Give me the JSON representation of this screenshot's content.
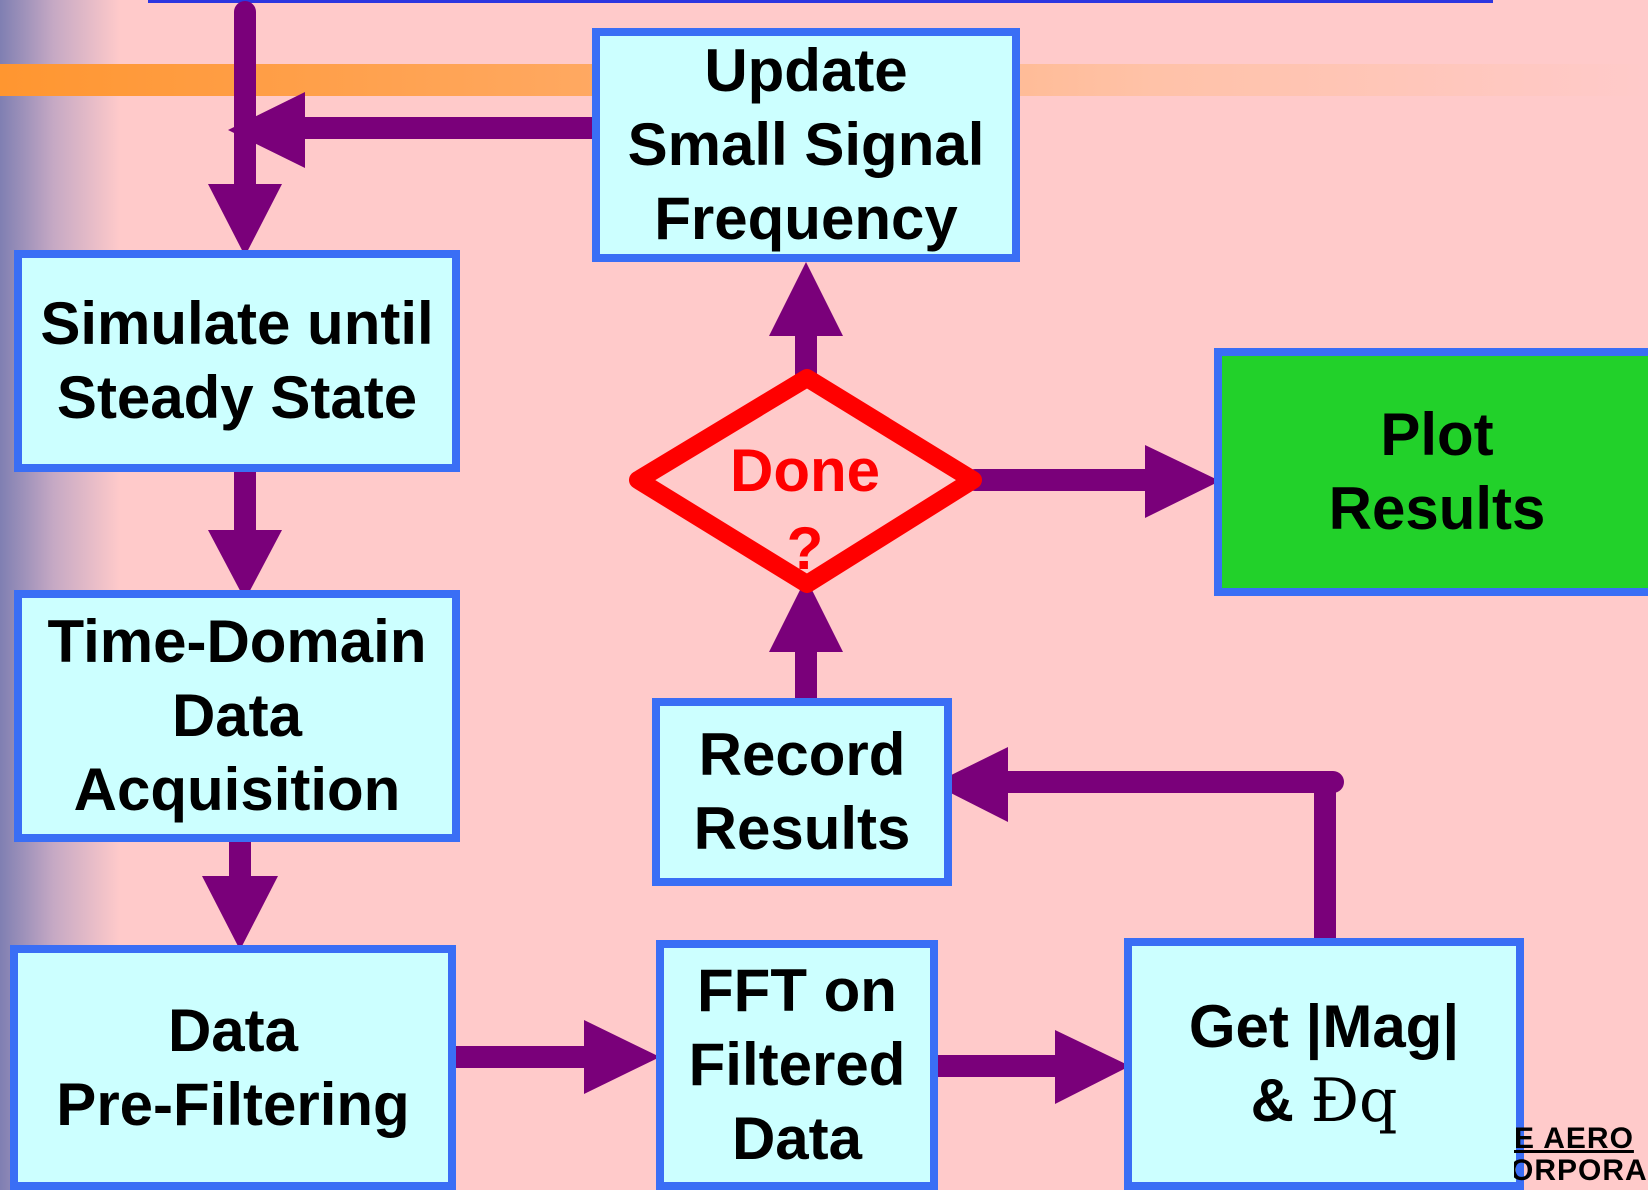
{
  "diagram": {
    "nodes": [
      {
        "id": "update",
        "label": "Update\nSmall Signal\nFrequency"
      },
      {
        "id": "simulate",
        "label": "Simulate until\nSteady State"
      },
      {
        "id": "acquisition",
        "label": "Time-Domain\nData\nAcquisition"
      },
      {
        "id": "prefilter",
        "label": "Data\nPre-Filtering"
      },
      {
        "id": "fft",
        "label": "FFT on\nFiltered\nData"
      },
      {
        "id": "getmag",
        "label_line1": "Get |Mag|",
        "label_line2_prefix": "& ",
        "label_line2_symbol": "Ðq"
      },
      {
        "id": "record",
        "label": "Record\nResults"
      },
      {
        "id": "plot",
        "label": "Plot\nResults"
      },
      {
        "id": "decision",
        "label": "Done\n?"
      }
    ],
    "edges": [
      {
        "from": "update",
        "to": "simulate"
      },
      {
        "from": "simulate",
        "to": "acquisition"
      },
      {
        "from": "acquisition",
        "to": "prefilter"
      },
      {
        "from": "prefilter",
        "to": "fft"
      },
      {
        "from": "fft",
        "to": "getmag"
      },
      {
        "from": "getmag",
        "to": "record"
      },
      {
        "from": "record",
        "to": "decision"
      },
      {
        "from": "decision",
        "to": "update"
      },
      {
        "from": "decision",
        "to": "plot"
      }
    ]
  },
  "logo": {
    "line1": "E AERO",
    "line2": "ORPORA"
  },
  "colors": {
    "background": "#ffcaca",
    "box_fill": "#ccffff",
    "box_border": "#3a6ef5",
    "plot_fill": "#22d12a",
    "arrow": "#7a007a",
    "decision": "#ff0000",
    "band": "#ff9630"
  }
}
